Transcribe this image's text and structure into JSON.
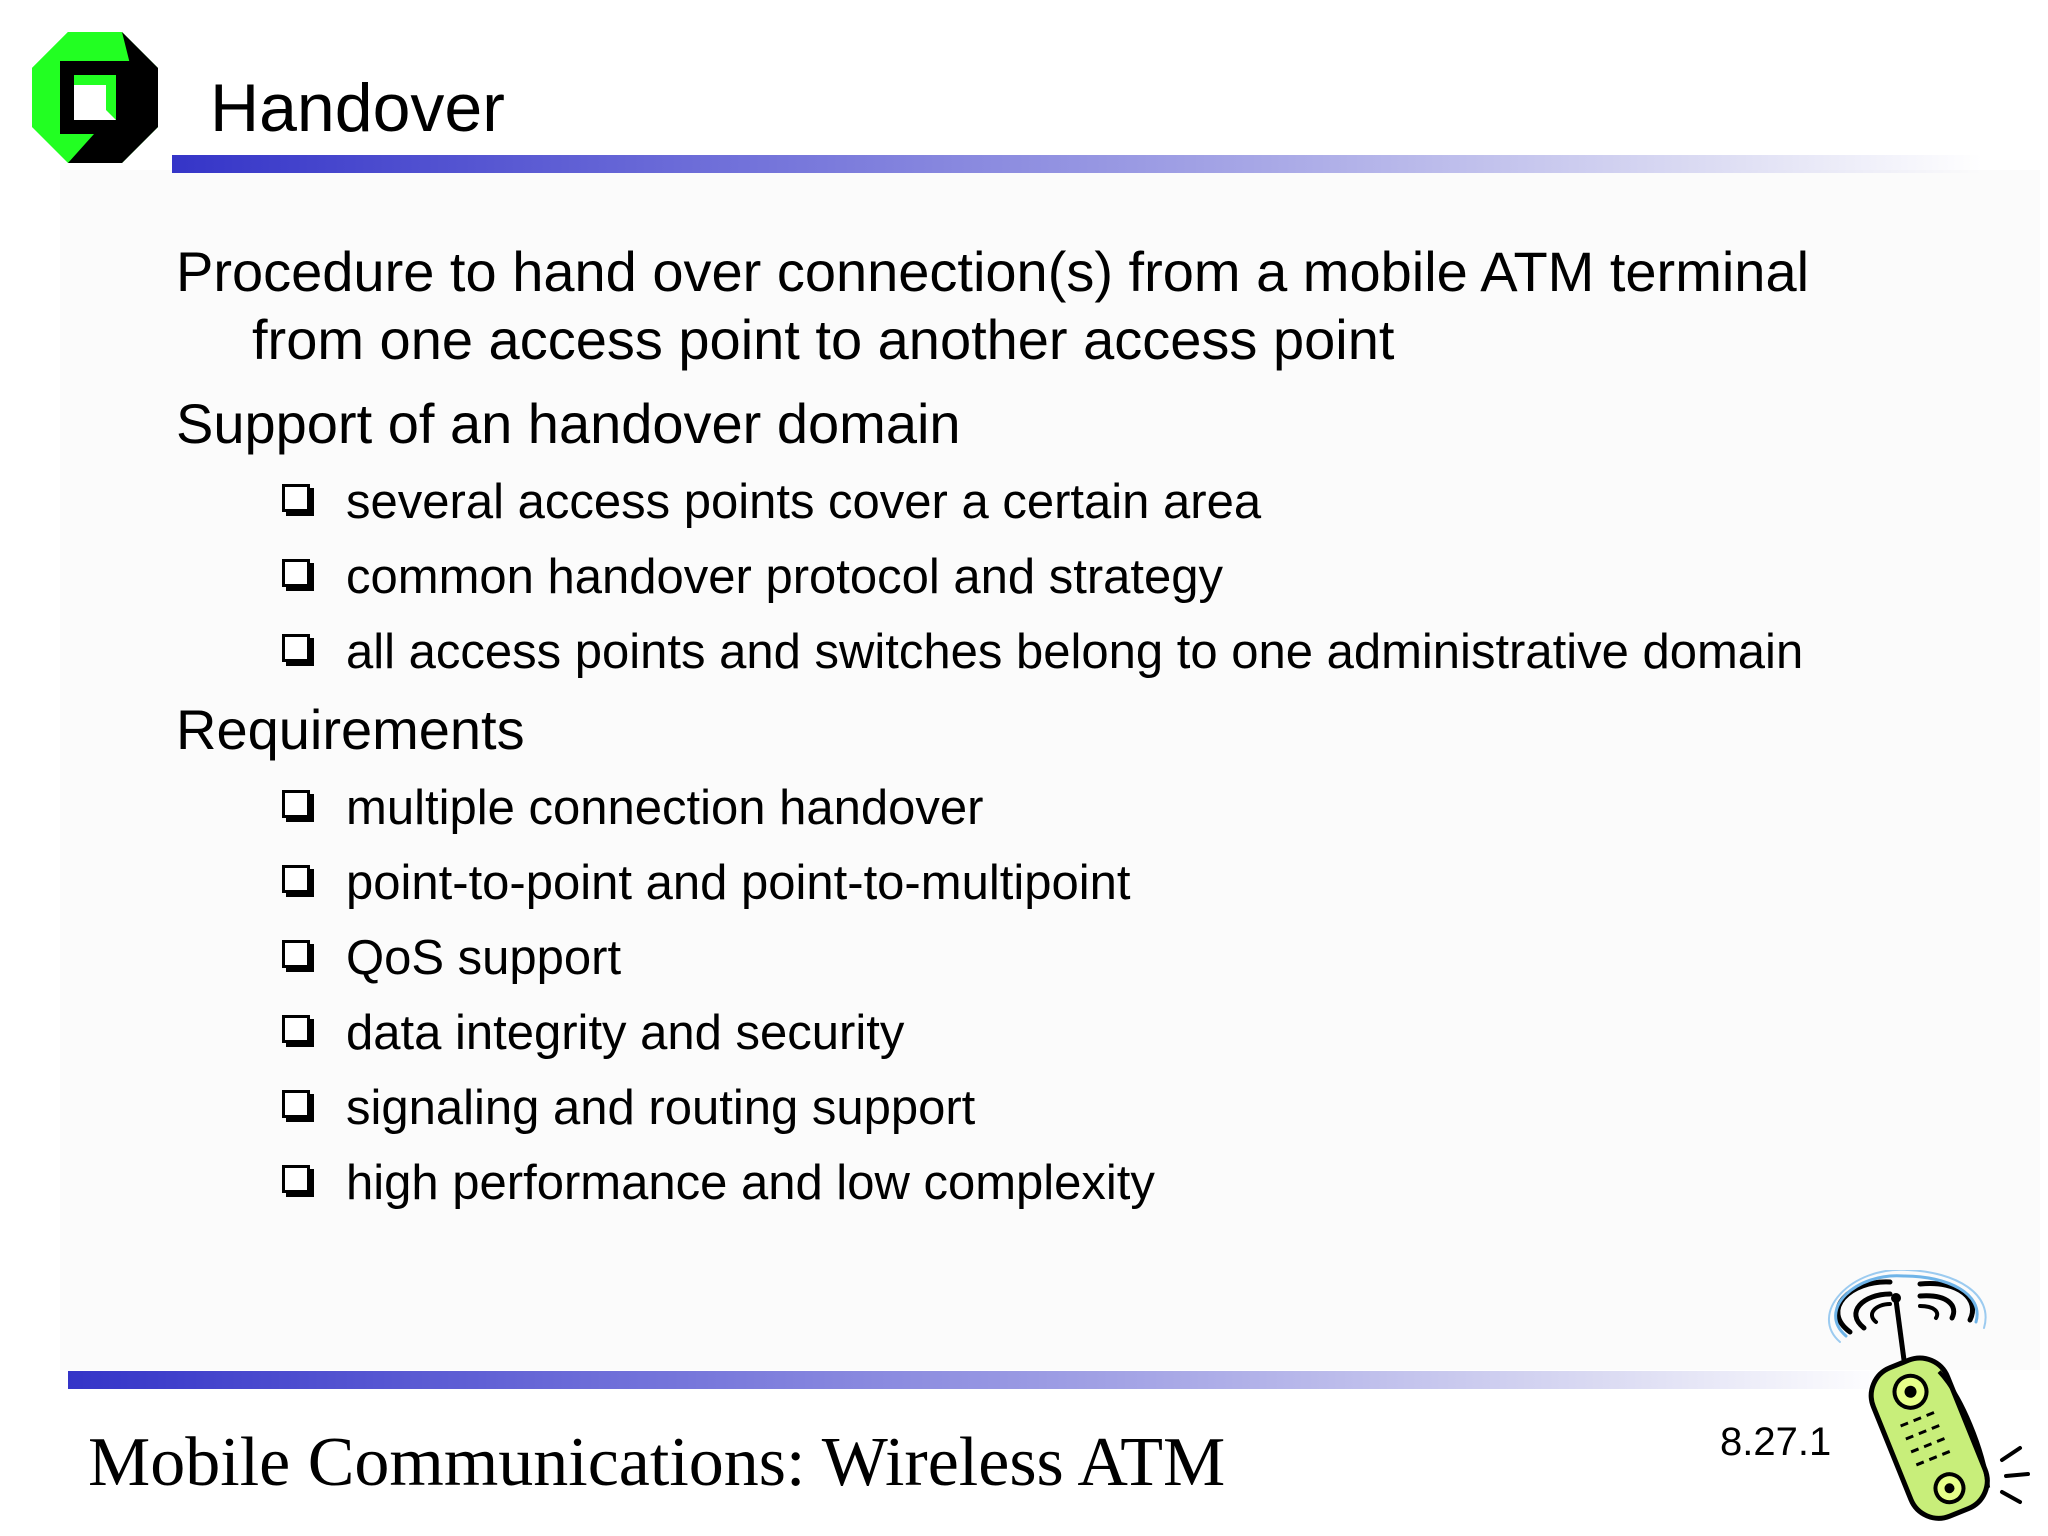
{
  "slide": {
    "title": "Handover",
    "footer_title": "Mobile Communications: Wireless ATM",
    "page_number": "8.27.1",
    "accent_color": "#3535c8",
    "logo_color": "#22ff22"
  },
  "content": {
    "intro_line1": "Procedure to hand over connection(s) from a mobile ATM terminal",
    "intro_line2": "from one access point to another access point",
    "section1": {
      "heading": "Support of an handover domain",
      "items": [
        "several access points cover a certain area",
        "common handover protocol and strategy",
        "all access points and switches belong to one administrative domain"
      ]
    },
    "section2": {
      "heading": "Requirements",
      "items": [
        "multiple connection handover",
        "point-to-point and point-to-multipoint",
        "QoS support",
        "data integrity and security",
        "signaling and routing support",
        "high performance and low complexity"
      ]
    }
  }
}
